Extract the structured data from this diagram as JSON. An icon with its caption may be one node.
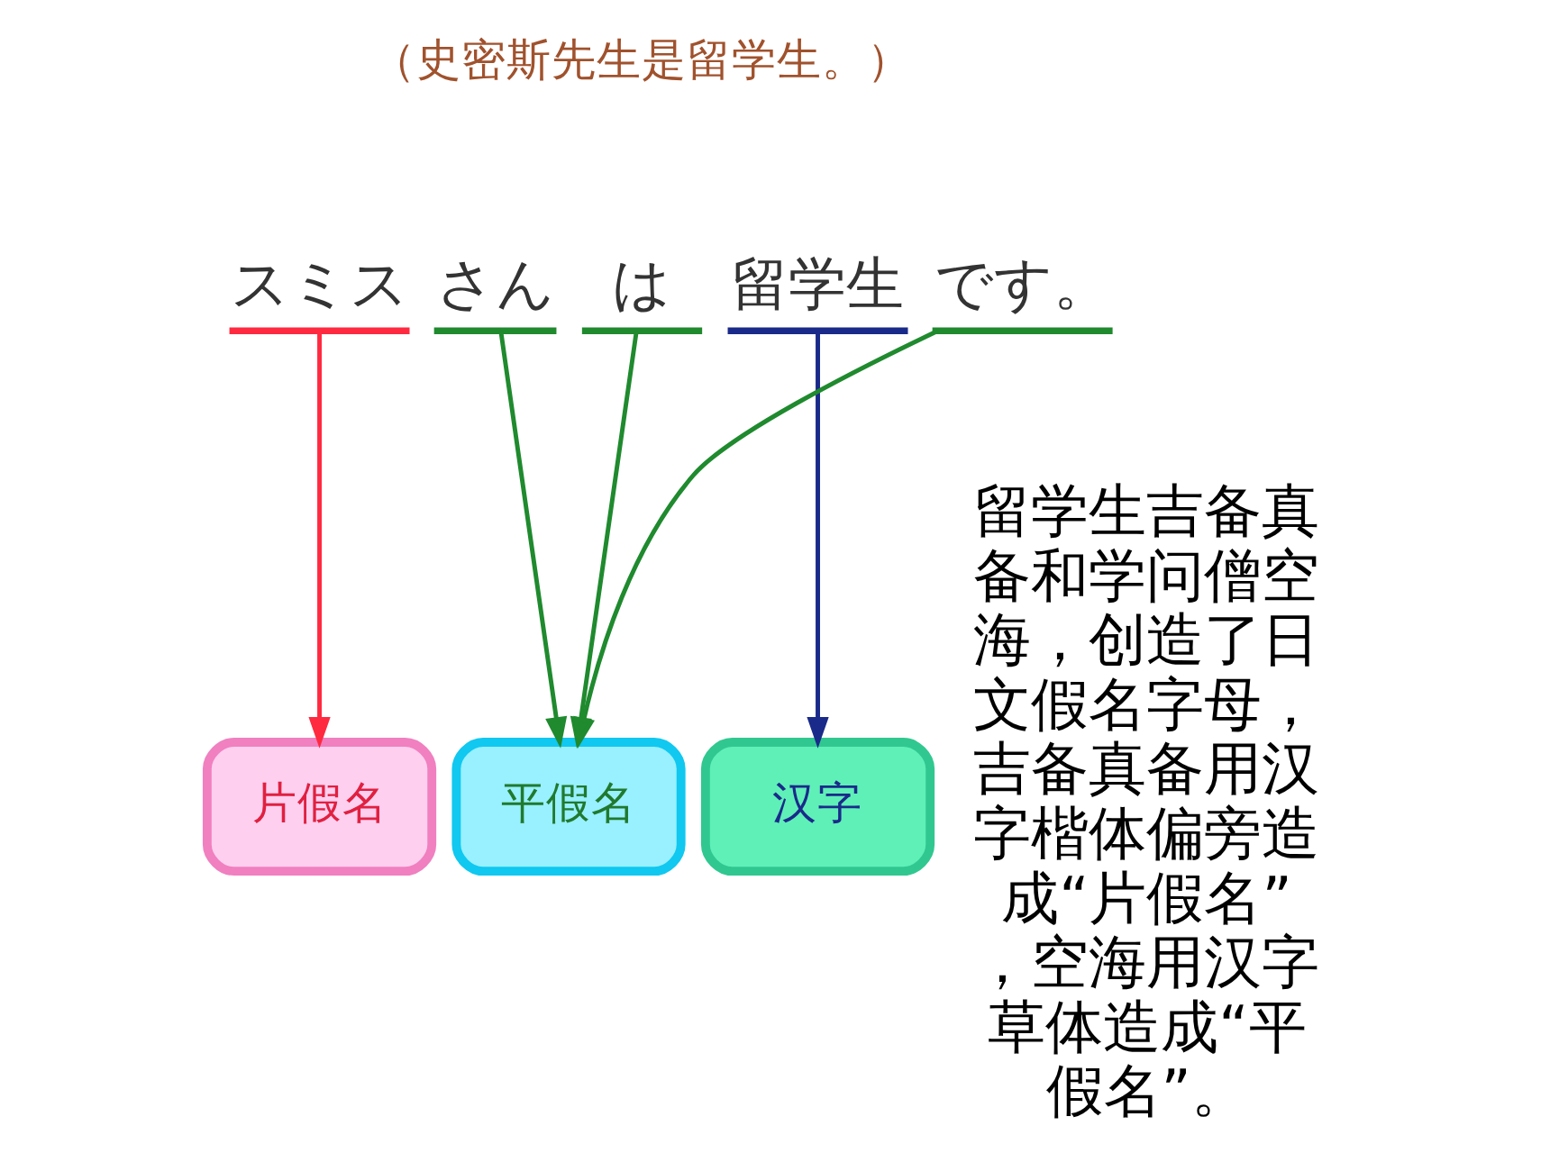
{
  "diagram": {
    "nodes": [
      {
        "text": [
          "スミス"
        ]
      },
      {
        "text": [
          "さん"
        ]
      },
      {
        "text": [
          "は"
        ]
      },
      {
        "text": [
          "留学生"
        ]
      },
      {
        "text": [
          "です。"
        ]
      },
      {
        "text": [
          "平假名"
        ]
      },
      {
        "text": [
          "片假名"
        ]
      },
      {
        "text": [
          "汉字"
        ]
      }
    ],
    "edges": [
      {
        "from": 0,
        "to": 6,
        "arrow": "to",
        "color": "#ff2a40"
      },
      {
        "from": 1,
        "to": 5,
        "arrow": "to"
      },
      {
        "from": 2,
        "to": 5,
        "arrow": "to"
      },
      {
        "from": 4,
        "to": 5,
        "arrow": "to"
      },
      {
        "from": 3,
        "to": 7,
        "arrow": "to",
        "color": "#1a2a8a"
      }
    ],
    "labels": [
      "（史密斯先生是留学生。）",
      "留学生吉备真备和学问僧空海，创造了日文假名字母，吉备真备用汉字楷体偏旁造成“片假名”，空海用汉字草体造成“平假名”。"
    ]
  }
}
